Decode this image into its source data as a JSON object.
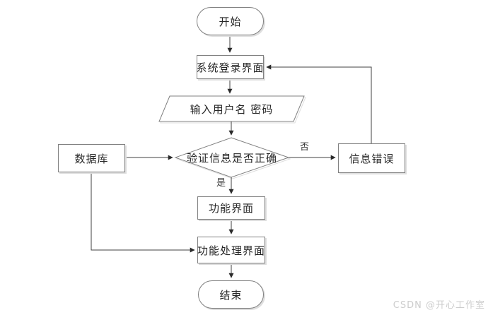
{
  "diagram": {
    "title": "login-flowchart",
    "nodes": [
      {
        "id": "start",
        "type": "terminator",
        "label": "开始"
      },
      {
        "id": "login",
        "type": "process",
        "label": "系统登录界面"
      },
      {
        "id": "input",
        "type": "input-output",
        "label": "输入用户名 密码"
      },
      {
        "id": "verify",
        "type": "decision",
        "label": "验证信息是否正确"
      },
      {
        "id": "database",
        "type": "process",
        "label": "数据库"
      },
      {
        "id": "error",
        "type": "process",
        "label": "信息错误"
      },
      {
        "id": "function",
        "type": "process",
        "label": "功能界面"
      },
      {
        "id": "funcproc",
        "type": "process",
        "label": "功能处理界面"
      },
      {
        "id": "end",
        "type": "terminator",
        "label": "结束"
      }
    ],
    "edge_labels": {
      "yes": "是",
      "no": "否"
    },
    "colors": {
      "background": "#ffffff",
      "line": "#404040",
      "arrowhead": "#2b2b2b",
      "border": "#808080",
      "shadow": "#dedede",
      "text": "#262626",
      "watermark": "#cccccc"
    }
  },
  "watermark": {
    "text": "CSDN @开心工作室"
  }
}
